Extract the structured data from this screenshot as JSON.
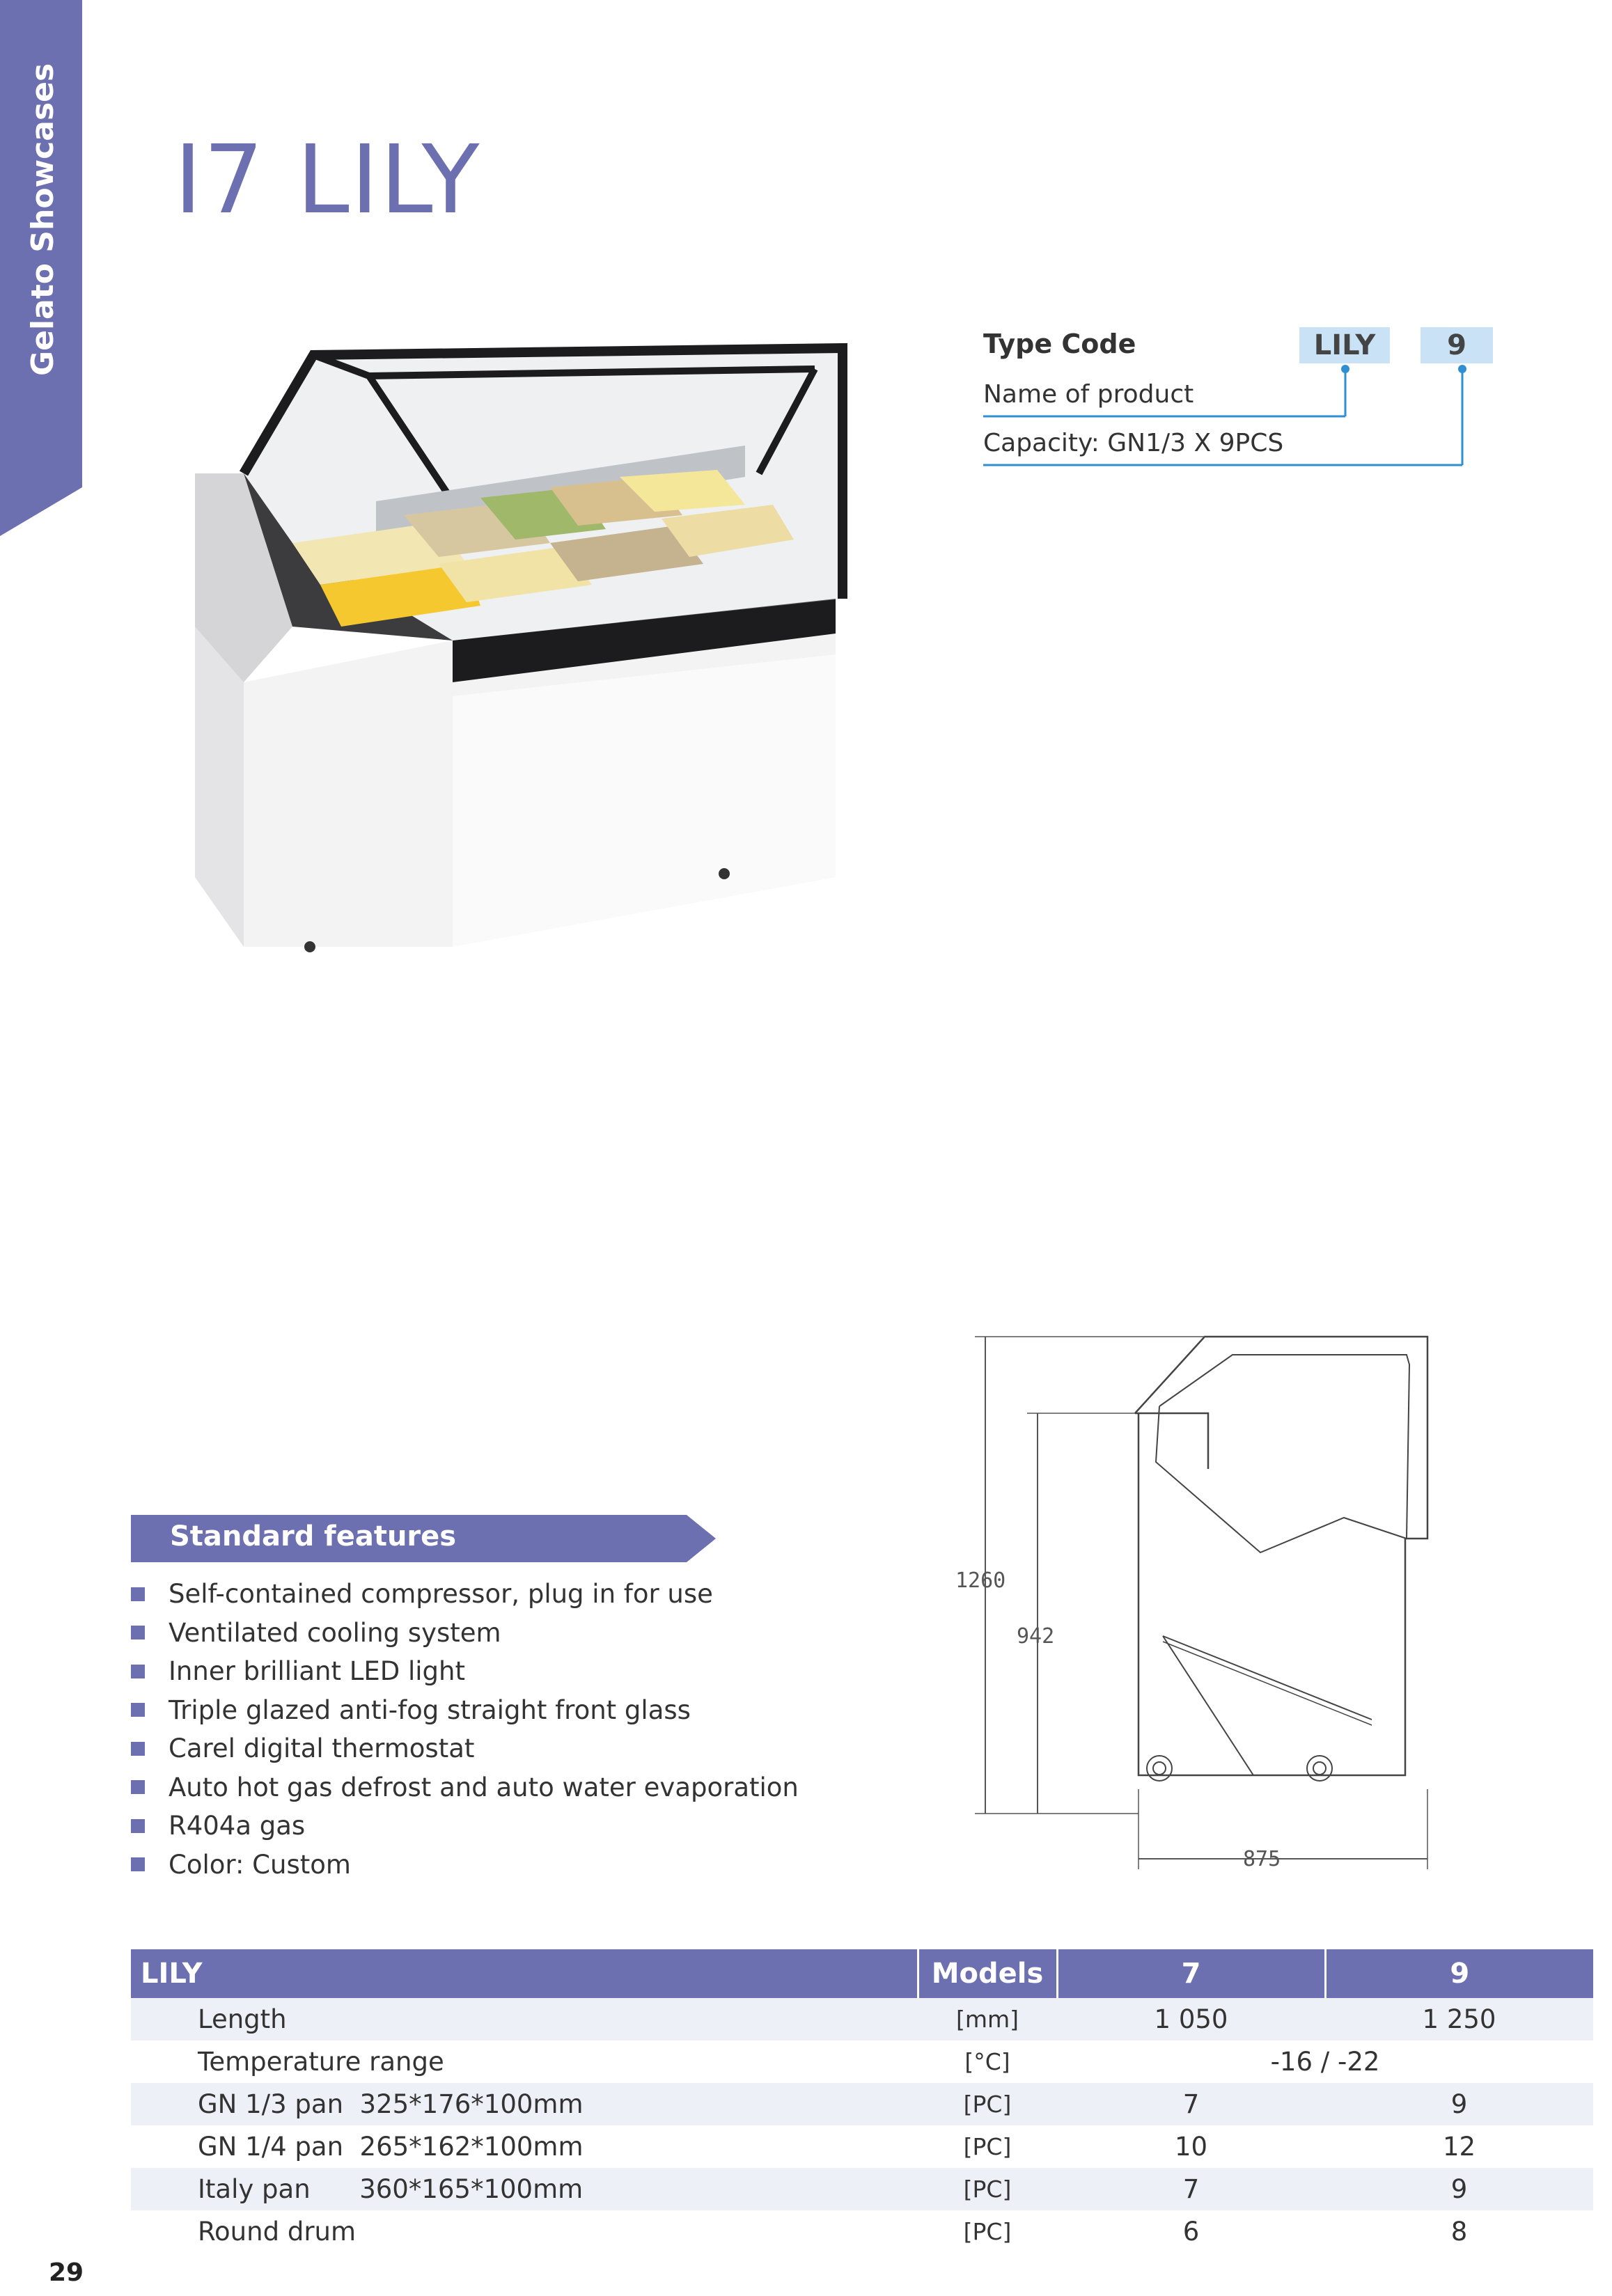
{
  "side_tab": {
    "label": "Gelato Showcases"
  },
  "title": "I7 LILY",
  "type_code": {
    "label": "Type Code",
    "code_name": "LILY",
    "code_capacity": "9",
    "line_name": "Name of product",
    "line_capacity": "Capacity: GN1/3 X 9PCS"
  },
  "drawing": {
    "dim_height_total": "1260",
    "dim_height_body": "942",
    "dim_depth": "875"
  },
  "features": {
    "header": "Standard features",
    "items": [
      "Self-contained compressor, plug in for use",
      "Ventilated cooling system",
      "Inner brilliant LED light",
      "Triple glazed anti-fog straight front glass",
      "Carel digital thermostat",
      "Auto hot gas defrost and auto water evaporation",
      "R404a gas",
      "Color: Custom"
    ]
  },
  "spec_table": {
    "header": {
      "name": "LILY",
      "unit": "Models",
      "m1": "7",
      "m2": "9"
    },
    "rows": [
      {
        "name": "Length",
        "unit": "[mm]",
        "m1": "1 050",
        "m2": "1 250"
      },
      {
        "name": "Temperature range",
        "unit": "[°C]",
        "merged": "-16 / -22"
      },
      {
        "name": "GN 1/3 pan  325*176*100mm",
        "unit": "[PC]",
        "m1": "7",
        "m2": "9"
      },
      {
        "name": "GN 1/4 pan  265*162*100mm",
        "unit": "[PC]",
        "m1": "10",
        "m2": "12"
      },
      {
        "name": "Italy pan      360*165*100mm",
        "unit": "[PC]",
        "m1": "7",
        "m2": "9"
      },
      {
        "name": "Round drum",
        "unit": "[PC]",
        "m1": "6",
        "m2": "8"
      }
    ]
  },
  "page_number": "29",
  "colors": {
    "accent": "#6c6fb0",
    "code_box": "#c9e2f5",
    "row_shade": "#eef0f7"
  }
}
